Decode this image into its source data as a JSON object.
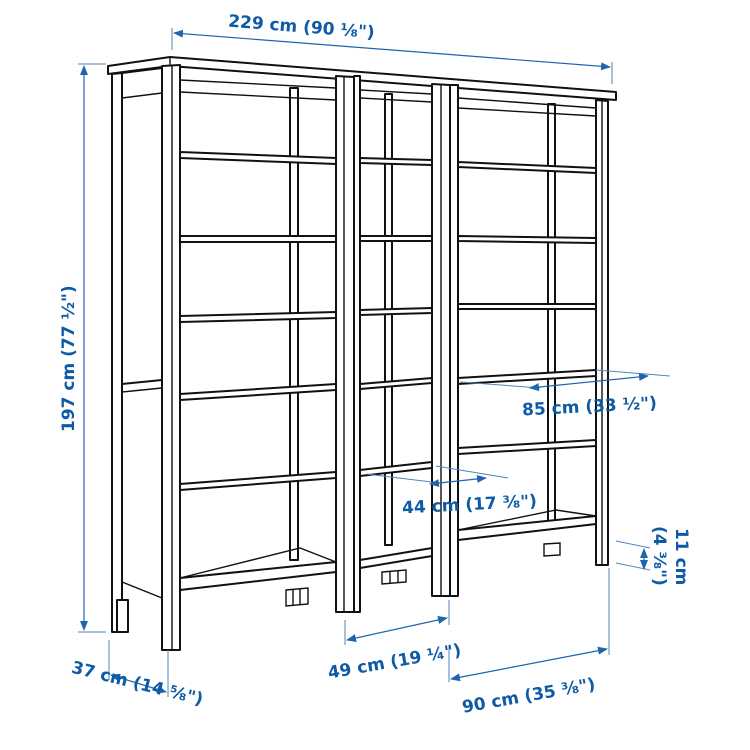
{
  "diagram": {
    "subject": "Three-section bookcase with adjustable shelves",
    "accent_color": "#0d5aa7",
    "line_color": "#111111"
  },
  "dimensions": {
    "total_width": "229 cm (90 ⅛\")",
    "height": "197 cm (77 ½\")",
    "shelf_width_wide": "85 cm (33 ½\")",
    "shelf_width_narrow": "44 cm (17 ⅜\")",
    "plinth_height": "11 cm",
    "plinth_height_in": "(4 ⅜\")",
    "section_width_narrow": "49 cm (19 ¼\")",
    "section_width_wide": "90 cm (35 ⅜\")",
    "depth": "37 cm (14 ⅝\")"
  }
}
